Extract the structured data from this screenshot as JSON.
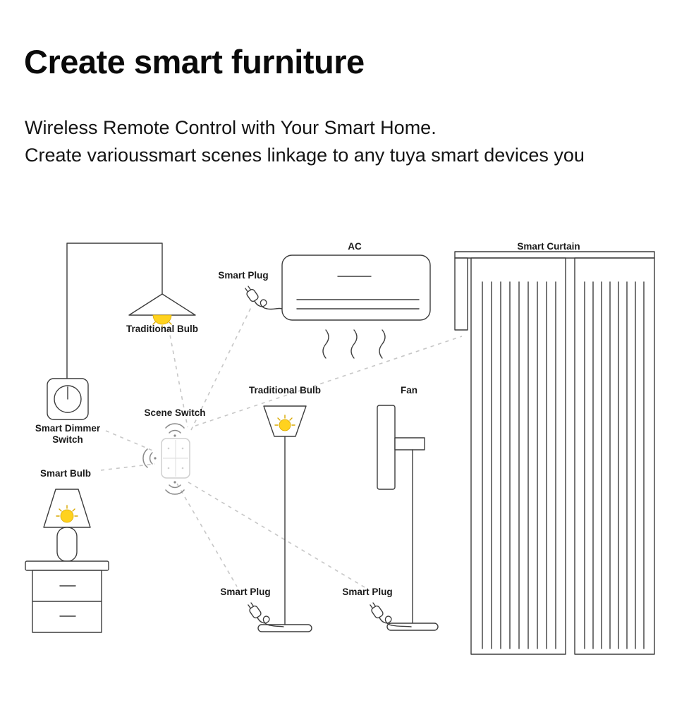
{
  "page": {
    "background": "#ffffff"
  },
  "header": {
    "title": "Create smart furniture",
    "subtitle_line1": "Wireless Remote Control with Your Smart Home.",
    "subtitle_line2": "Create varioussmart scenes linkage to any tuya smart devices you"
  },
  "diagram": {
    "labels": {
      "pendant_bulb": "Traditional Bulb",
      "smart_plug_ac": "Smart Plug",
      "ac": "AC",
      "smart_curtain": "Smart Curtain",
      "dimmer_line1": "Smart Dimmer",
      "dimmer_line2": "Switch",
      "scene_switch": "Scene Switch",
      "floor_bulb": "Traditional Bulb",
      "fan": "Fan",
      "smart_bulb": "Smart Bulb",
      "smart_plug_lamp": "Smart Plug",
      "smart_plug_fan": "Smart Plug"
    },
    "icons": {
      "wireless_signal": "wifi-arcs",
      "power_plug": "plug-with-cord"
    },
    "colors": {
      "outline": "#3d3d3d",
      "dashed_link": "#c7c7c7",
      "bulb_yellow": "#ffd21e",
      "label_text": "#1a1a1a"
    }
  }
}
